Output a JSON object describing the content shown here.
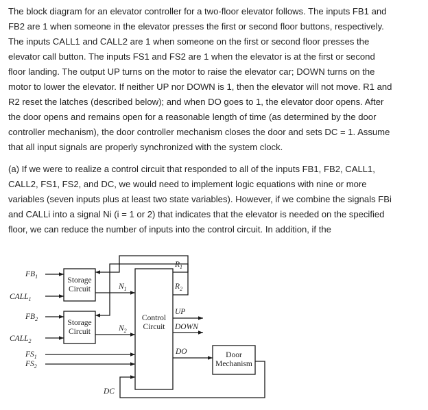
{
  "paragraph1": [
    "The block diagram for an elevator controller for a two-floor elevator follows. The inputs FB1 and",
    "FB2 are 1 when someone in the elevator presses the first or second floor buttons, respectively.",
    "The inputs CALL1 and CALL2 are 1 when someone on the first or second floor presses the",
    "elevator call button. The inputs FS1 and FS2 are 1 when the elevator is at the first or second",
    "floor landing. The output UP turns on the motor to raise the elevator car; DOWN turns on the",
    "motor to lower the elevator. If neither UP nor DOWN is 1, then the elevator will not move. R1 and",
    "R2 reset the latches (described below); and when DO goes to 1, the elevator door opens. After",
    "the door opens and remains open for a reasonable length of time (as determined by the door",
    "controller mechanism), the door controller mechanism closes the door and sets DC = 1. Assume",
    "that all input signals are properly synchronized with the system clock."
  ],
  "paragraph2": [
    "(a) If we were to realize a control circuit that responded to all of the inputs FB1, FB2, CALL1,",
    "CALL2, FS1, FS2, and DC, we would need to implement logic equations with nine or more",
    "variables (seven inputs plus at least two state variables). However, if we combine the signals FBi",
    "and CALLi into a signal Ni (i = 1 or 2) that indicates that the elevator is needed on the specified",
    "floor, we can reduce the number of inputs into the control circuit. In addition, if the"
  ],
  "diagram": {
    "inputs": {
      "fb1": {
        "base": "FB",
        "sub": "1"
      },
      "call1": {
        "base": "CALL",
        "sub": "1"
      },
      "fb2": {
        "base": "FB",
        "sub": "2"
      },
      "call2": {
        "base": "CALL",
        "sub": "2"
      },
      "fs1": {
        "base": "FS",
        "sub": "1"
      },
      "fs2": {
        "base": "FS",
        "sub": "2"
      }
    },
    "storage1": {
      "line1": "Storage",
      "line2": "Circuit"
    },
    "storage2": {
      "line1": "Storage",
      "line2": "Circuit"
    },
    "control": {
      "line1": "Control",
      "line2": "Circuit"
    },
    "door": {
      "line1": "Door",
      "line2": "Mechanism"
    },
    "signals": {
      "n1": {
        "base": "N",
        "sub": "1"
      },
      "n2": {
        "base": "N",
        "sub": "2"
      },
      "r1": {
        "base": "R",
        "sub": "1"
      },
      "r2": {
        "base": "R",
        "sub": "2"
      },
      "up": "UP",
      "down": "DOWN",
      "do": "DO",
      "dc": "DC"
    },
    "colors": {
      "line": "#1a1a1a",
      "box_fill": "#ffffff"
    }
  }
}
